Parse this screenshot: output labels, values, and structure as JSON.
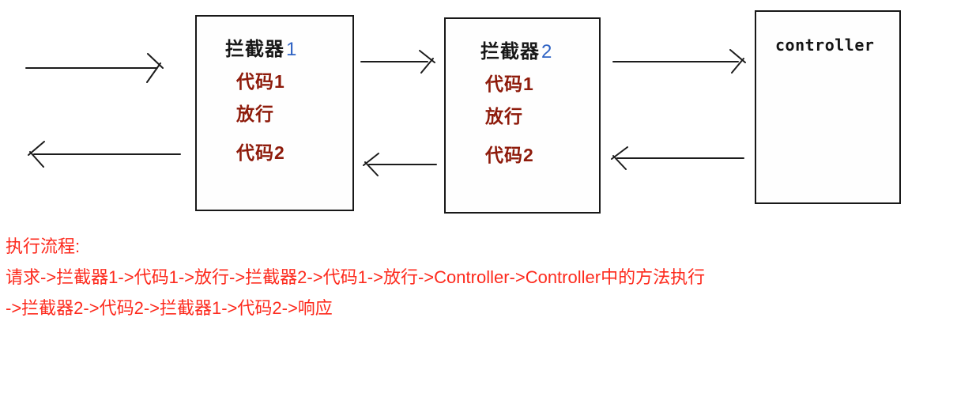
{
  "diagram": {
    "interceptor1": {
      "title": "拦截器",
      "title_number": "1",
      "lines": [
        "代码1",
        "放行",
        "代码2"
      ]
    },
    "interceptor2": {
      "title": "拦截器",
      "title_number": "2",
      "lines": [
        "代码1",
        "放行",
        "代码2"
      ]
    },
    "controller": {
      "title": "controller"
    }
  },
  "flow_text": {
    "heading": "执行流程:",
    "line1": "请求->拦截器1->代码1->放行->拦截器2->代码1->放行->Controller->Controller中的方法执行",
    "line2": "->拦截器2->代码2->拦截器1->代码2->响应"
  },
  "colors": {
    "box_border": "#181818",
    "box_inner_text_dark_red": "#8e1b0b",
    "title_number_blue": "#2f63c4",
    "flow_text_red": "#fd2a1d",
    "arrow_black": "#1c1c1c",
    "background": "#ffffff"
  }
}
